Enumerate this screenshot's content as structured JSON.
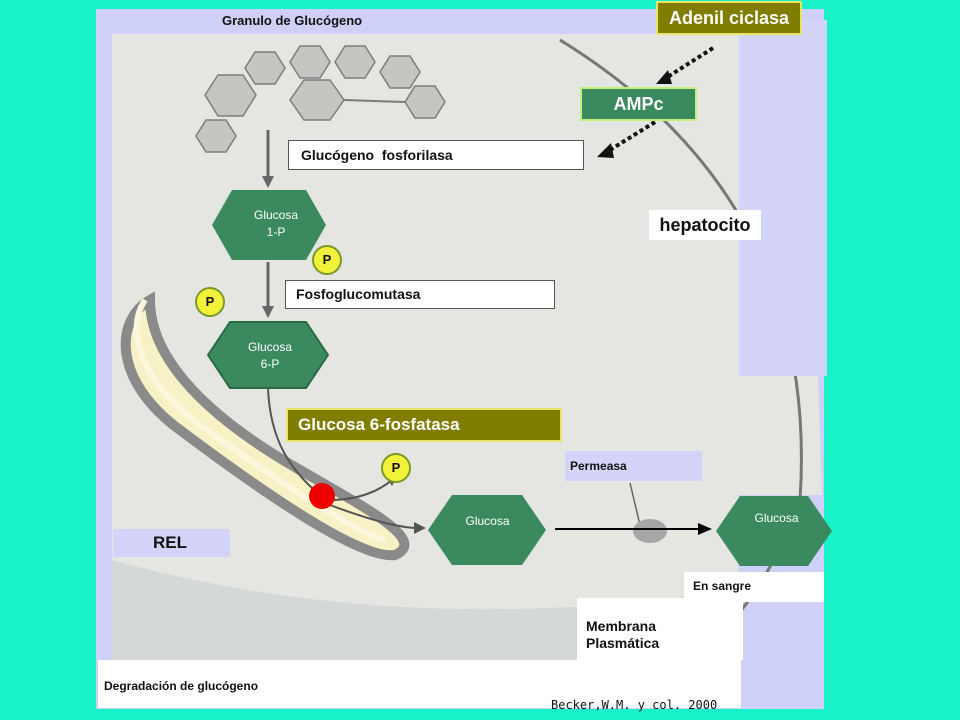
{
  "title": "Granulo de Glucógeno",
  "adenil": "Adenil ciclasa",
  "ampc": "AMPc",
  "fosforilasa": "Glucógeno  fosforilasa",
  "hepatocito": "hepatocito",
  "glucosa1p": [
    "Glucosa",
    "1-P"
  ],
  "fosfoglucomutasa": "Fosfoglucomutasa",
  "glucosa6p": [
    "Glucosa",
    "6-P"
  ],
  "fosfatasa": "Glucosa 6-fosfatasa",
  "phosphate": "P",
  "permeasa": "Permeasa",
  "glucosa": "Glucosa",
  "glucosa_blood": "Glucosa",
  "rel": "REL",
  "en_sangre": "En sangre",
  "membrana": [
    "Membrana",
    "Plasmática"
  ],
  "degradacion": "Degradación de glucógeno",
  "citation": "Becker,W.M. y col. 2000",
  "colors": {
    "background": "#17f2c8",
    "hexagon": "#3b8a5f",
    "phosphate": "#f3f23a",
    "enzyme_highlight": "#807d00",
    "panel": "#cfd0f7",
    "transporter_site": "#ee0000"
  }
}
